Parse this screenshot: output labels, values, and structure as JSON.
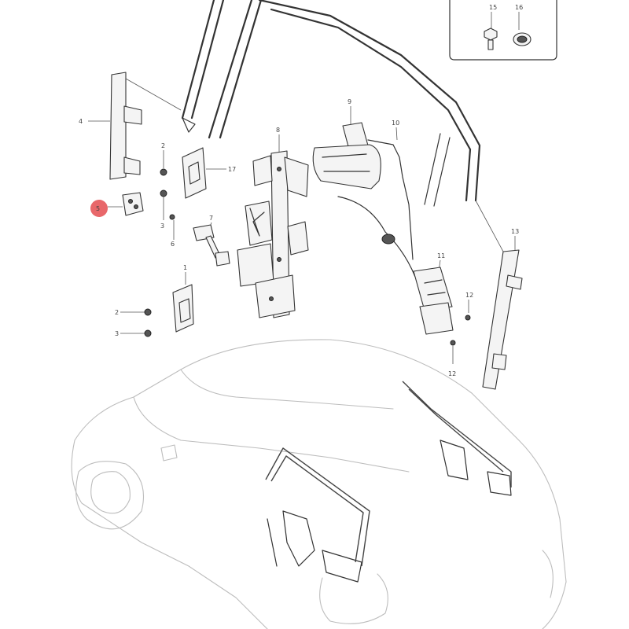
{
  "callouts": {
    "c1": "1",
    "c2a": "2",
    "c2b": "2",
    "c3a": "3",
    "c3b": "3",
    "c4": "4",
    "c5": "5",
    "c6": "6",
    "c7": "7",
    "c8": "8",
    "c9": "9",
    "c10": "10",
    "c11": "11",
    "c12a": "12",
    "c12b": "12",
    "c13": "13",
    "c15": "15",
    "c16": "16",
    "c17": "17"
  },
  "colors": {
    "highlight": "#e8676a",
    "line": "#333333",
    "car_outline": "#bdbdbd"
  }
}
